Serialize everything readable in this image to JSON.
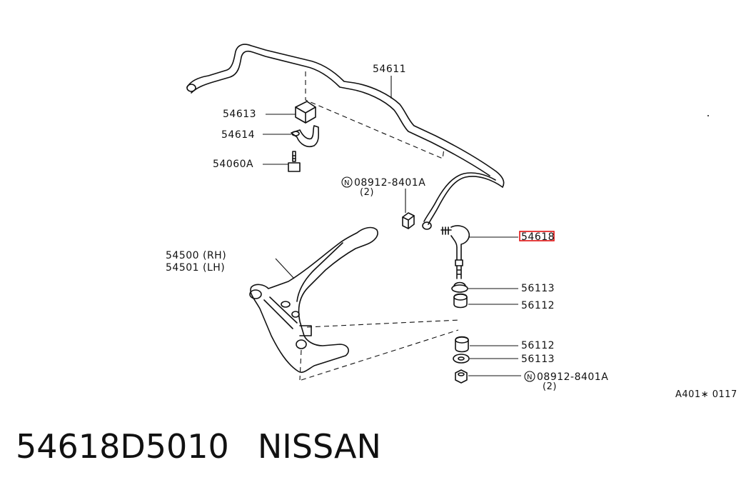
{
  "diagram": {
    "callouts": {
      "stabilizer": "54611",
      "bushing": "54613",
      "clamp": "54614",
      "bolt": "54060A",
      "nut_top_code": "08912-8401A",
      "nut_top_qty": "(2)",
      "arm_rh": "54500 (RH)",
      "arm_lh": "54501 (LH)",
      "connecting_rod": "54618",
      "bushing_upper_1": "56113",
      "bushing_upper_2": "56112",
      "bushing_lower_1": "56112",
      "bushing_lower_2": "56113",
      "nut_bottom_code": "08912-8401A",
      "nut_bottom_qty": "(2)",
      "nut_marker": "N"
    },
    "figure_code": "A401∗ 0117",
    "highlight_color": "#e01010"
  },
  "caption": {
    "part_number": "54618D5010",
    "brand": "NISSAN"
  }
}
